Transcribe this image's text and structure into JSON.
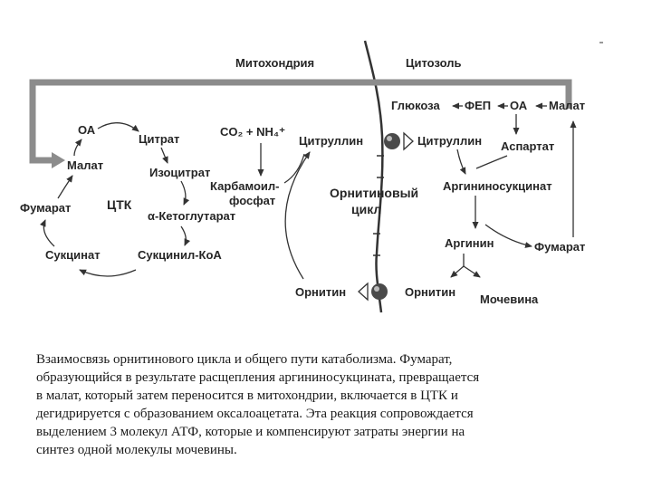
{
  "regions": {
    "mito": "Митохондрия",
    "cyto": "Цитозоль"
  },
  "nodes": {
    "oa": "ОА",
    "citrate": "Цитрат",
    "malate_m": "Малат",
    "isocitrate": "Изоцитрат",
    "fumarate_m": "Фумарат",
    "tca": "ЦТК",
    "ketoglutarate": "α-Кетоглутарат",
    "succinate": "Сукцинат",
    "succinyl": "Сукцинил-КоА",
    "co2": "CO₂ + NH₄⁺",
    "carbamoyl1": "Карбамоил-",
    "carbamoyl2": "фосфат",
    "citrulline_m": "Цитруллин",
    "citrulline_c": "Цитруллин",
    "glucose": "Глюкоза",
    "pep": "ФЕП",
    "oa_c": "ОА",
    "malate_c": "Малат",
    "aspartate": "Аспартат",
    "argsucc": "Аргининосукцинат",
    "orn_cycle1": "Орнитиновый",
    "orn_cycle2": "цикл",
    "arginine": "Аргинин",
    "fumarate_c": "Фумарат",
    "ornithine_m": "Орнитин",
    "ornithine_c": "Орнитин",
    "urea": "Мочевина"
  },
  "caption": "Взаимосвязь орнитинового цикла и общего пути катаболизма.  Фумарат,\nобразующийся в результате расщепления аргининосукцината, превращается\nв малат, который затем переносится в митохондрии, включается в ЦТК и\nдегидрируется с образованием оксалоацетата. Эта реакция сопровождается\nвыделением 3 молекул АТФ, которые и компенсируют затраты энергии на\nсинтез одной молекулы мочевины."
}
